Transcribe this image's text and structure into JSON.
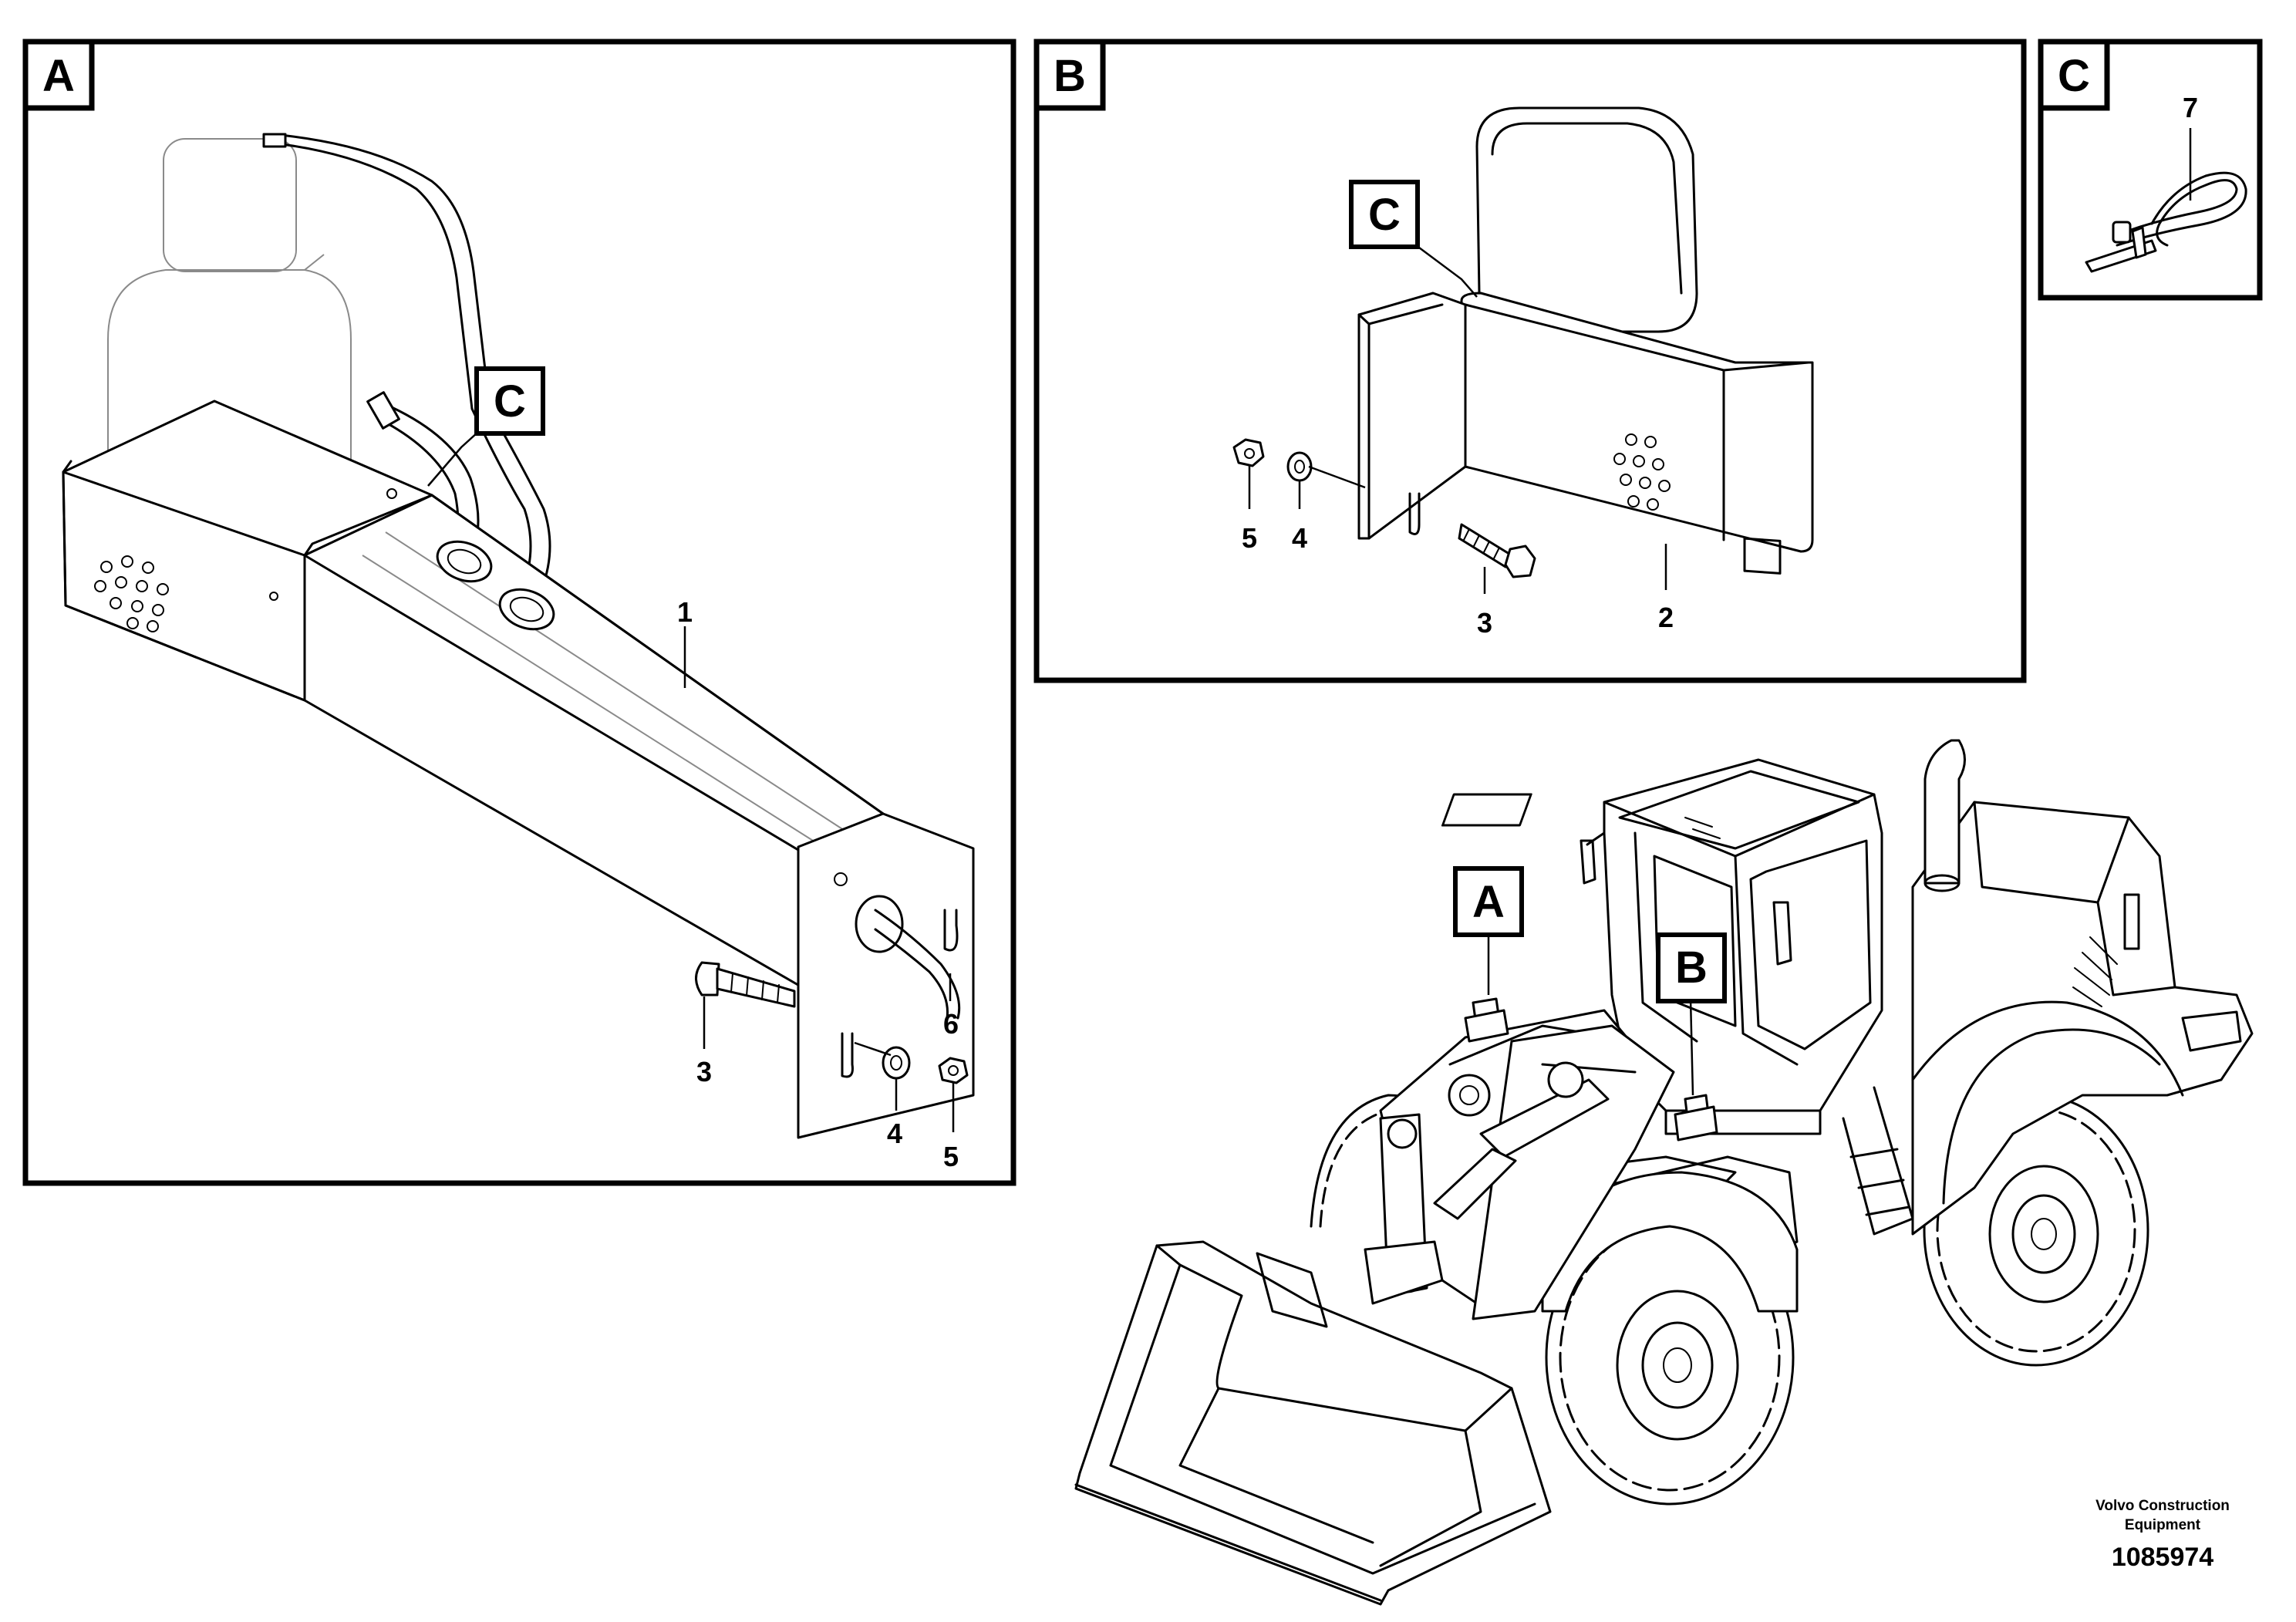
{
  "panels": {
    "a": {
      "tag": "A",
      "callout": "C",
      "parts": [
        "1",
        "3",
        "4",
        "5",
        "6"
      ]
    },
    "b": {
      "tag": "B",
      "callout": "C",
      "parts": [
        "5",
        "4",
        "3",
        "2"
      ]
    },
    "c": {
      "tag": "C",
      "parts": [
        "7"
      ]
    }
  },
  "machine": {
    "markers": [
      "A",
      "B"
    ]
  },
  "footer": {
    "publisher_line1": "Volvo Construction",
    "publisher_line2": "Equipment",
    "drawing_number": "1085974"
  }
}
